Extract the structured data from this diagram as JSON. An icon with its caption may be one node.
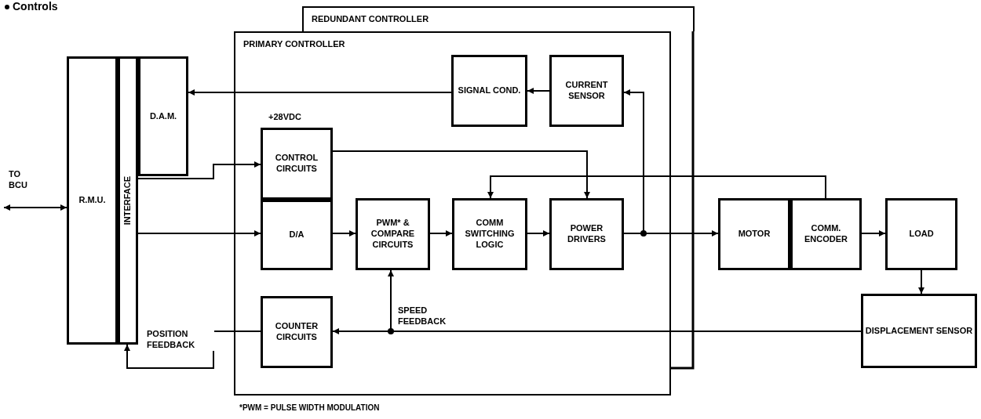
{
  "diagram": {
    "title": "Controls",
    "nodes": [
      {
        "text": [
          "REDUNDANT CONTROLLER"
        ]
      },
      {
        "text": [
          "PRIMARY CONTROLLER"
        ]
      },
      {
        "text": [
          "R.M.U."
        ]
      },
      {
        "text": [
          "INTERFACE"
        ]
      },
      {
        "text": [
          "D.A.M."
        ]
      },
      {
        "text": [
          "SIGNAL COND."
        ],
        "in": 1
      },
      {
        "text": [
          "CURRENT SENSOR"
        ],
        "in": 1
      },
      {
        "text": [
          "CONTROL CIRCUITS"
        ],
        "in": 1,
        "beside": [
          "+28VDC"
        ]
      },
      {
        "text": [
          "D/A"
        ],
        "in": 1
      },
      {
        "text": [
          "PWM* & COMPARE CIRCUITS"
        ],
        "in": 1
      },
      {
        "text": [
          "COMM SWITCHING LOGIC"
        ],
        "in": 1
      },
      {
        "text": [
          "POWER DRIVERS"
        ],
        "in": 1
      },
      {
        "text": [
          "COUNTER CIRCUITS"
        ],
        "in": 1
      },
      {
        "text": [
          "MOTOR"
        ]
      },
      {
        "text": [
          "COMM. ENCODER"
        ]
      },
      {
        "text": [
          "LOAD"
        ]
      },
      {
        "text": [
          "DISPLACEMENT SENSOR"
        ]
      }
    ],
    "edges": [
      {
        "from": null,
        "to": 2,
        "arrow": "both",
        "label": "TO BCU"
      },
      {
        "from": 5,
        "to": 4,
        "arrow": "to"
      },
      {
        "from": 6,
        "to": 5,
        "arrow": "to"
      },
      {
        "from": 11,
        "to": 6,
        "arrow": "to"
      },
      {
        "from": 11,
        "to": 13,
        "arrow": "to"
      },
      {
        "from": 3,
        "to": 7,
        "arrow": "to"
      },
      {
        "from": 3,
        "to": 8,
        "arrow": "to"
      },
      {
        "from": 8,
        "to": 9,
        "arrow": "to"
      },
      {
        "from": 9,
        "to": 10,
        "arrow": "to"
      },
      {
        "from": 10,
        "to": 11,
        "arrow": "to"
      },
      {
        "from": 7,
        "to": 11,
        "arrow": "to"
      },
      {
        "from": 14,
        "to": 10,
        "arrow": "to"
      },
      {
        "from": 14,
        "to": 15,
        "arrow": "to"
      },
      {
        "from": 15,
        "to": 16,
        "arrow": "to"
      },
      {
        "from": 16,
        "to": 12,
        "arrow": "to"
      },
      {
        "from": 16,
        "to": 9,
        "arrow": "to",
        "label": "SPEED FEEDBACK"
      },
      {
        "from": 12,
        "to": 3,
        "arrow": "to",
        "label": "POSITION FEEDBACK"
      }
    ],
    "labels": [
      "*PWM = PULSE WIDTH MODULATION"
    ]
  }
}
